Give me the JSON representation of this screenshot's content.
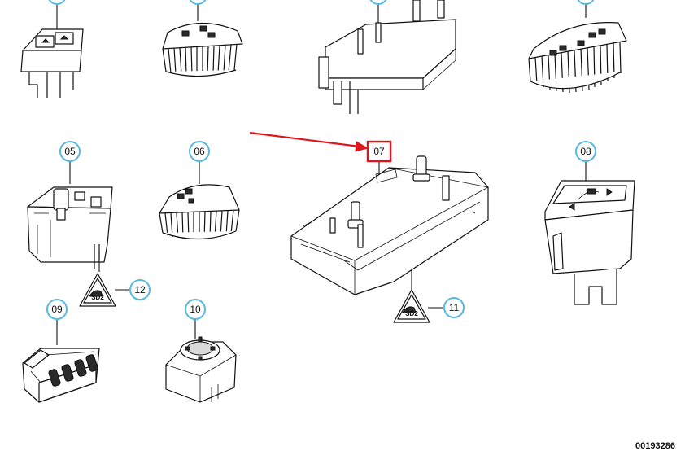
{
  "callouts": {
    "c05": "05",
    "c06": "06",
    "c07": "07",
    "c08": "08",
    "c09": "09",
    "c10": "10",
    "c11": "11",
    "c12": "12"
  },
  "document_number": "00193286",
  "colors": {
    "callout_ring": "#5ab7e0",
    "highlight": "#e0141c",
    "line": "#111111"
  }
}
